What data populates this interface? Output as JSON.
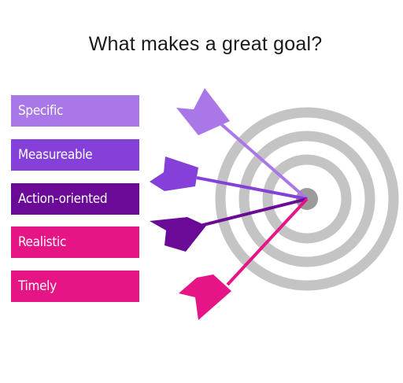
{
  "title": "What makes a great goal?",
  "goals": [
    {
      "label": "Specific",
      "color": "#a977e8"
    },
    {
      "label": "Measureable",
      "color": "#8440d8"
    },
    {
      "label": "Action-oriented",
      "color": "#6b0a96"
    },
    {
      "label": "Realistic",
      "color": "#e51586"
    },
    {
      "label": "Timely",
      "color": "#e51586"
    }
  ],
  "target": {
    "ring_color": "#c4c4c4",
    "bullseye_color": "#9b9b9b"
  },
  "arrows": [
    {
      "goal": "Specific",
      "color": "#a977e8",
      "icon": "arrow-icon"
    },
    {
      "goal": "Measureable",
      "color": "#8440d8",
      "icon": "arrow-icon"
    },
    {
      "goal": "Action-oriented",
      "color": "#6b0a96",
      "icon": "arrow-icon"
    },
    {
      "goal": "Timely",
      "color": "#e51586",
      "icon": "arrow-icon"
    }
  ]
}
